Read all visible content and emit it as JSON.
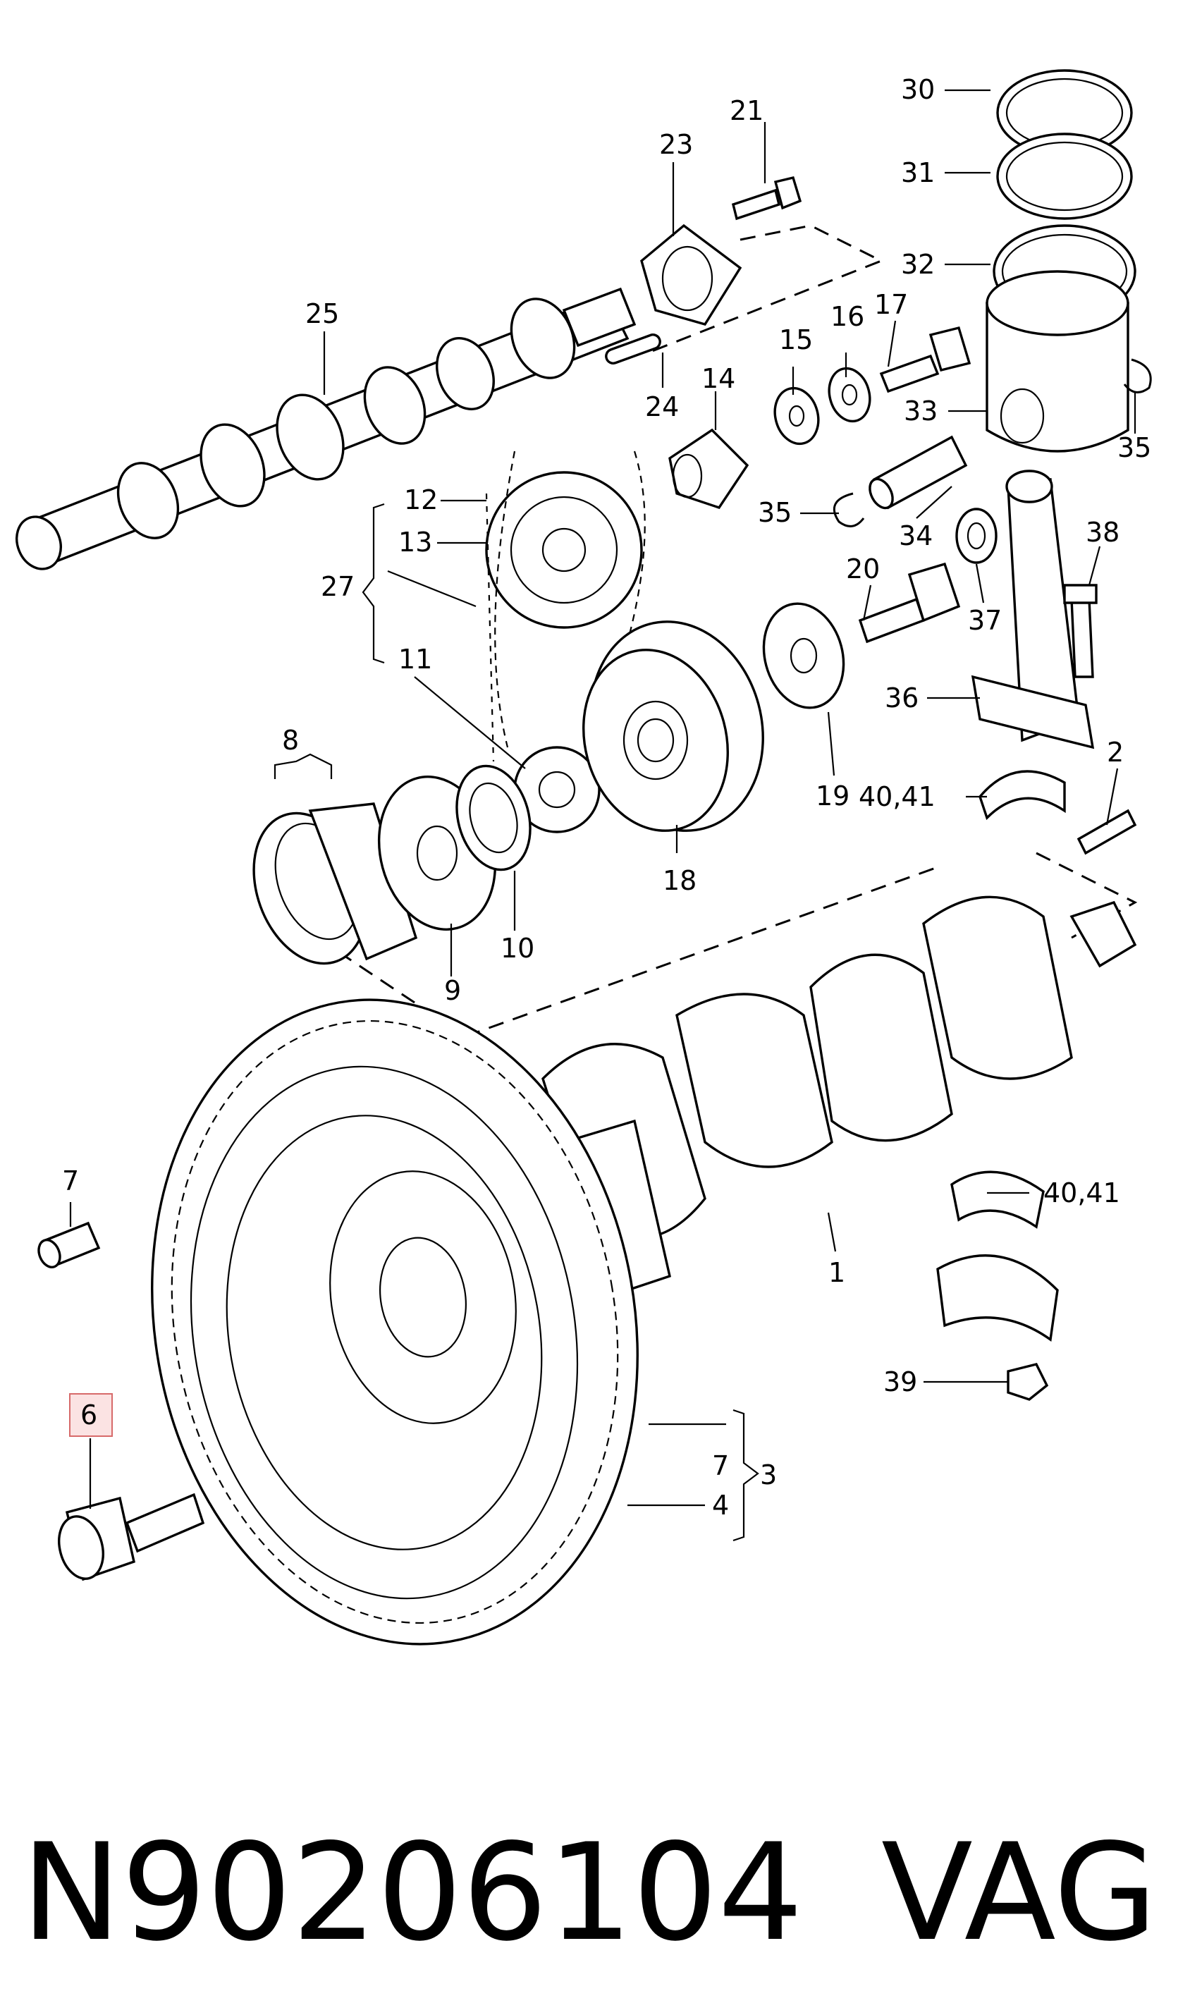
{
  "callouts": {
    "c1": "1",
    "c2": "2",
    "c3": "3",
    "c4": "4",
    "c6": "6",
    "c7a": "7",
    "c7b": "7",
    "c8": "8",
    "c9": "9",
    "c10": "10",
    "c11": "11",
    "c12": "12",
    "c13": "13",
    "c14": "14",
    "c15": "15",
    "c16": "16",
    "c17": "17",
    "c18": "18",
    "c19": "19",
    "c20": "20",
    "c21": "21",
    "c23": "23",
    "c24": "24",
    "c25": "25",
    "c27": "27",
    "c30": "30",
    "c31": "31",
    "c32": "32",
    "c33": "33",
    "c34": "34",
    "c35a": "35",
    "c35b": "35",
    "c36": "36",
    "c37": "37",
    "c38": "38",
    "c39": "39",
    "c4041a": "40,41",
    "c4041b": "40,41"
  },
  "highlight_color": "#d76a6a",
  "footer": {
    "part_number": "N90206104",
    "brand": "VAG"
  }
}
